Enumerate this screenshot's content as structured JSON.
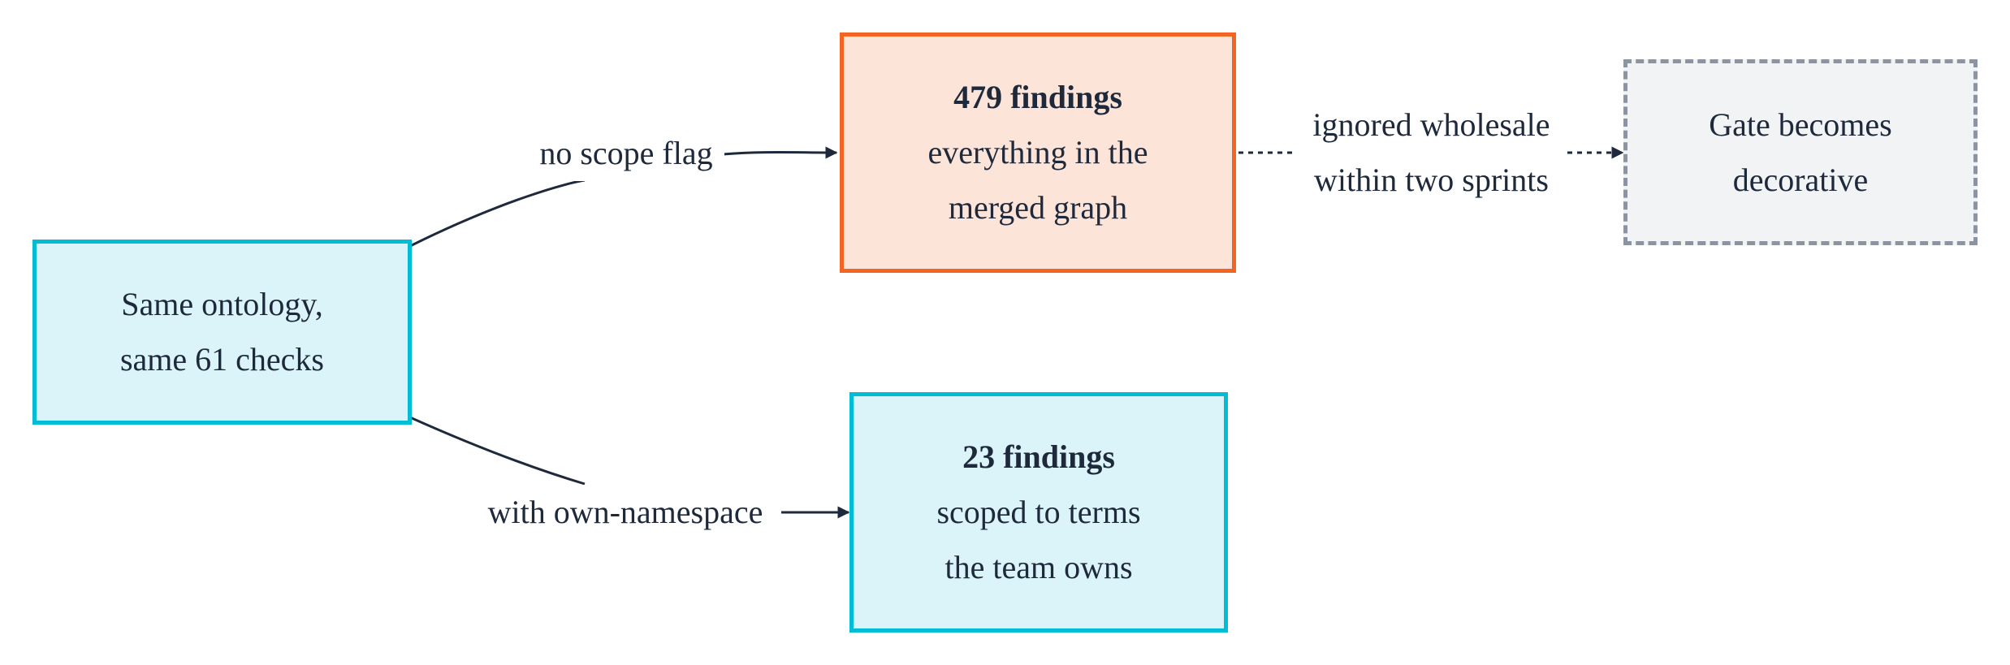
{
  "nodes": {
    "source": {
      "line1": "Same ontology,",
      "line2": "same 61 checks"
    },
    "unscoped": {
      "title": "479 findings",
      "line1": "everything in the",
      "line2": "merged graph"
    },
    "scoped": {
      "title": "23 findings",
      "line1": "scoped to terms",
      "line2": "the team owns"
    },
    "outcome": {
      "line1": "Gate becomes",
      "line2": "decorative"
    }
  },
  "edges": {
    "no_scope": {
      "label": "no scope flag"
    },
    "with_namespace": {
      "label": "with own-namespace"
    },
    "ignored": {
      "line1": "ignored wholesale",
      "line2": "within two sprints"
    }
  },
  "colors": {
    "cyan_fill": "#dbf4fa",
    "cyan_border": "#00bcd4",
    "orange_fill": "#fde4d9",
    "orange_border": "#f26522",
    "grey_fill": "#f1f3f5",
    "grey_border": "#8b94a3",
    "edge": "#1e293b"
  }
}
